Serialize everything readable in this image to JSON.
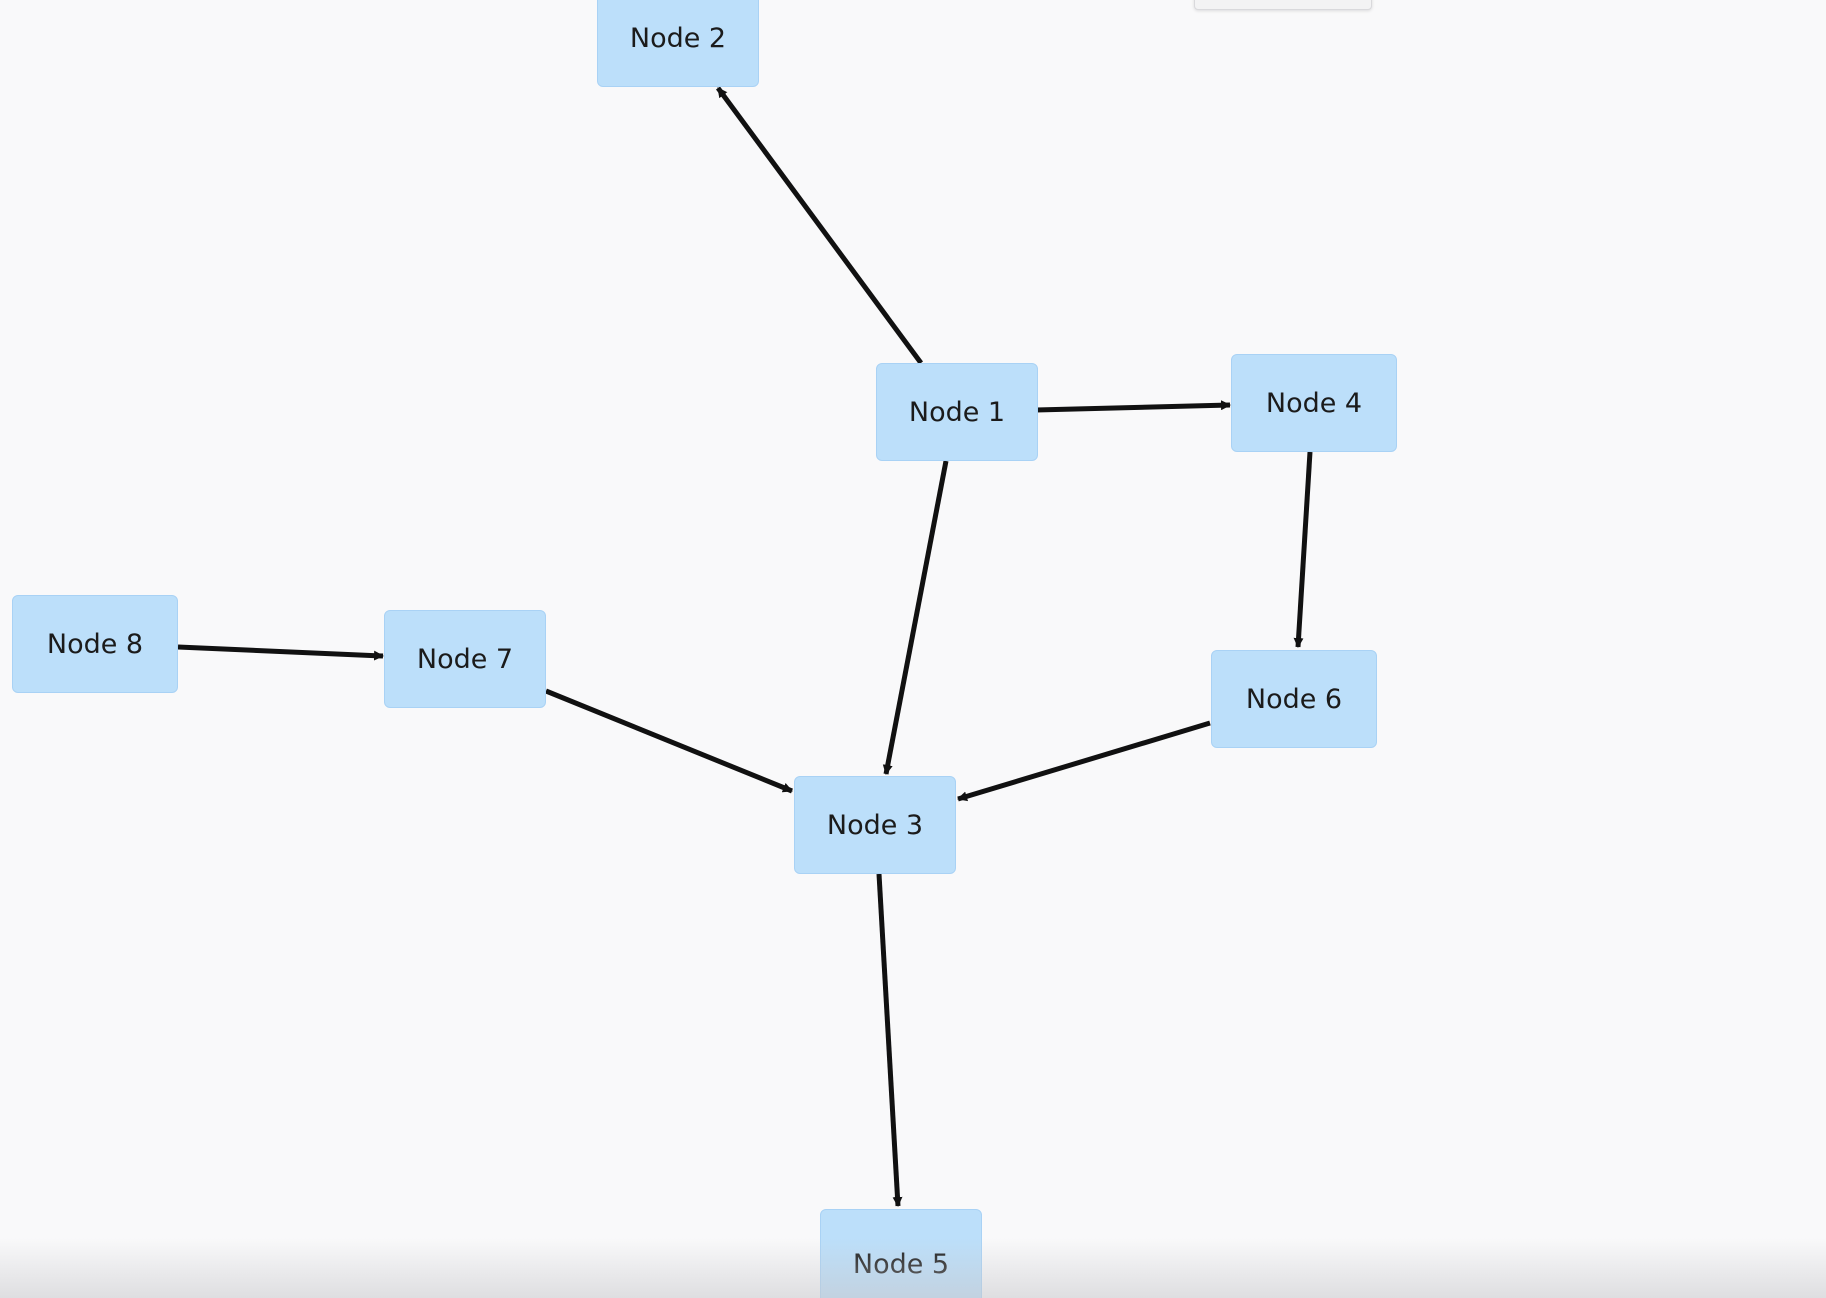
{
  "diagram": {
    "nodes": [
      {
        "id": "n1",
        "label": "Node 1"
      },
      {
        "id": "n2",
        "label": "Node 2"
      },
      {
        "id": "n3",
        "label": "Node 3"
      },
      {
        "id": "n4",
        "label": "Node 4"
      },
      {
        "id": "n5",
        "label": "Node 5"
      },
      {
        "id": "n6",
        "label": "Node 6"
      },
      {
        "id": "n7",
        "label": "Node 7"
      },
      {
        "id": "n8",
        "label": "Node 8"
      }
    ],
    "edges": [
      {
        "from": "n1",
        "to": "n2"
      },
      {
        "from": "n1",
        "to": "n4"
      },
      {
        "from": "n1",
        "to": "n3"
      },
      {
        "from": "n4",
        "to": "n6"
      },
      {
        "from": "n6",
        "to": "n3"
      },
      {
        "from": "n8",
        "to": "n7"
      },
      {
        "from": "n7",
        "to": "n3"
      },
      {
        "from": "n3",
        "to": "n5"
      }
    ],
    "node_color": "#bcdffa",
    "edge_color": "#111111",
    "background_color": "#f9f9fa"
  }
}
